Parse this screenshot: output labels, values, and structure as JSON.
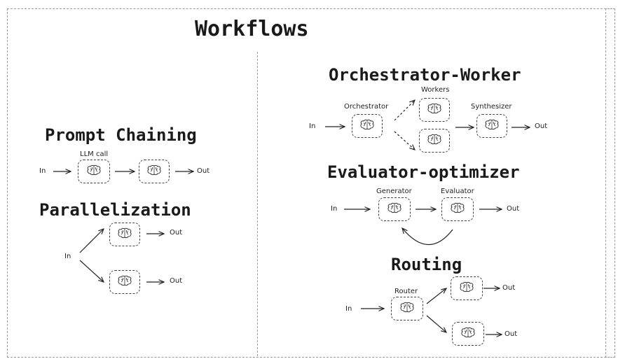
{
  "header": {
    "title": "Workflows"
  },
  "prompt_chaining": {
    "title": "Prompt Chaining",
    "llm_call_label": "LLM call",
    "in_label": "In",
    "out_label": "Out"
  },
  "parallelization": {
    "title": "Parallelization",
    "in_label": "In",
    "out_top_label": "Out",
    "out_bottom_label": "Out"
  },
  "orchestrator_worker": {
    "title": "Orchestrator-Worker",
    "workers_label": "Workers",
    "orchestrator_label": "Orchestrator",
    "synthesizer_label": "Synthesizer",
    "in_label": "In",
    "out_label": "Out"
  },
  "evaluator_optimizer": {
    "title": "Evaluator-optimizer",
    "generator_label": "Generator",
    "evaluator_label": "Evaluator",
    "in_label": "In",
    "out_label": "Out"
  },
  "routing": {
    "title": "Routing",
    "router_label": "Router",
    "in_label": "In",
    "out_top_label": "Out",
    "out_bottom_label": "Out"
  },
  "icons": {
    "node_icon": "brain-icon"
  }
}
